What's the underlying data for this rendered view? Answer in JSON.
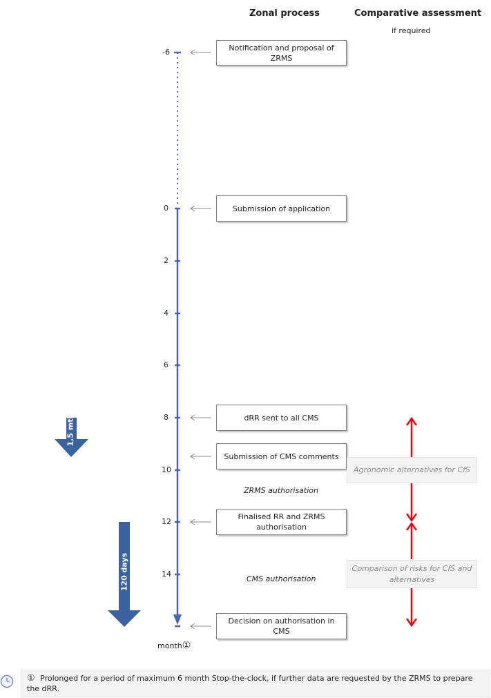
{
  "headers": {
    "zonal": "Zonal process",
    "comparative": "Comparative assessment",
    "comparative_sub": "if required"
  },
  "ticks": [
    "-6",
    "0",
    "2",
    "4",
    "6",
    "8",
    "10",
    "12",
    "14"
  ],
  "boxes": {
    "notification": "Notification and proposal of ZRMS",
    "submission": "Submission of application",
    "drr": "dRR sent to all CMS",
    "cms_comments": "Submission of CMS comments",
    "finalised": "Finalised RR and ZRMS authorisation",
    "decision": "Decision on authorisation in CMS"
  },
  "phases": {
    "zrms_auth": "ZRMS authorisation",
    "cms_auth": "CMS authorisation"
  },
  "comparative": {
    "agronomic": "Agronomic alternatives for CfS",
    "risks": "Comparison of risks for CfS and alternatives"
  },
  "arrows": {
    "short": "1,5 mth",
    "long": "120 days"
  },
  "axis_unit": "month",
  "footnote_marker": "①",
  "footnote": "Prolonged for a period of maximum 6 month Stop-the-clock, if further data are requested by the ZRMS to prepare the dRR.",
  "colors": {
    "timeline": "#4a63b5",
    "bluearrow": "#3b62a0",
    "red": "#e8070e"
  }
}
